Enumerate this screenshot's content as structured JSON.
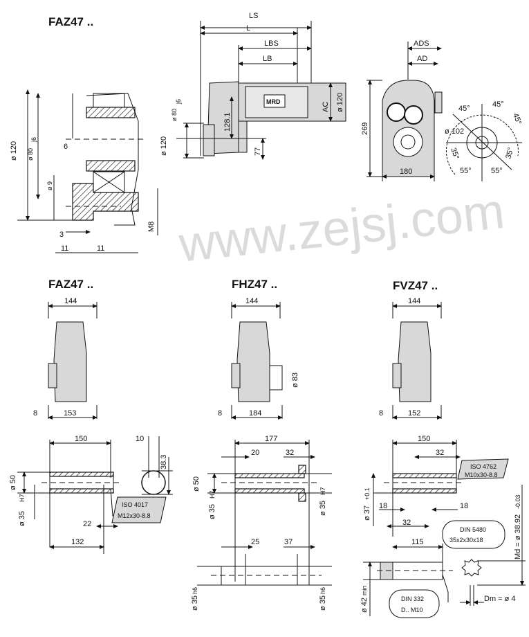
{
  "titles": {
    "top": "FAZ47 ..",
    "faz": "FAZ47 ..",
    "fhz": "FHZ47 ..",
    "fvz": "FVZ47 .."
  },
  "watermark": "www.zejsj.com",
  "detail": {
    "d120": "ø 120",
    "d80": "ø 80",
    "d80_tol": "j6",
    "d9": "ø 9",
    "m8": "M8",
    "six": "6",
    "three": "3",
    "eleven_a": "11",
    "eleven_b": "11"
  },
  "side": {
    "ls": "LS",
    "l": "L",
    "lbs": "LBS",
    "lb": "LB",
    "ac": "AC",
    "d120_motor": "ø 120",
    "d80": "ø 80",
    "d80_tol": "j6",
    "d120": "ø 120",
    "h128": "128.1",
    "h77": "77",
    "nameplate": "MRD"
  },
  "front": {
    "ads": "ADS",
    "ad": "AD",
    "h269": "269",
    "w180": "180"
  },
  "flange": {
    "a1": "45°",
    "a2": "45°",
    "a3": "45°",
    "d102": "ø 102",
    "a4": "35°",
    "a5": "35°",
    "a6": "55°",
    "a7": "55°"
  },
  "mid": {
    "faz": {
      "w": "144",
      "off": "8",
      "len": "153"
    },
    "fhz": {
      "w": "144",
      "off": "8",
      "len": "184",
      "d83": "ø 83"
    },
    "fvz": {
      "w": "144",
      "off": "8",
      "len": "152"
    }
  },
  "shaft_faz": {
    "l150": "150",
    "d50": "ø 50",
    "d35": "ø 35",
    "d35_tol": "H7",
    "iso": "ISO 4017",
    "iso2": "M12x30-8.8",
    "l22": "22",
    "l132": "132",
    "k10": "10",
    "k38": "38.3"
  },
  "shaft_fhz": {
    "l177": "177",
    "l20": "20",
    "l32": "32",
    "d50": "ø 50",
    "d35a": "ø 35",
    "d35a_tol": "H7",
    "d35b": "ø 35",
    "d35b_tol": "H7",
    "l25": "25",
    "l37": "37",
    "d35c": "ø 35",
    "d35c_tol": "h6",
    "d35d": "ø 35",
    "d35d_tol": "h6"
  },
  "shaft_fvz": {
    "l150": "150",
    "l32a": "32",
    "iso": "ISO 4762",
    "iso2": "M10x30-8.8",
    "d37": "ø 37",
    "d37_tol": "+0.1",
    "l18a": "18",
    "l18b": "18",
    "l32b": "32",
    "din5480": "DIN 5480",
    "din5480b": "35x2x30x18",
    "l115": "115",
    "md": "Md = ø 38.92",
    "md_tol": "-0.03",
    "d42": "ø 42",
    "d42_tol": "min",
    "din332": "DIN 332",
    "din332b": "D.. M10",
    "dm": "Dm = ø 4"
  }
}
